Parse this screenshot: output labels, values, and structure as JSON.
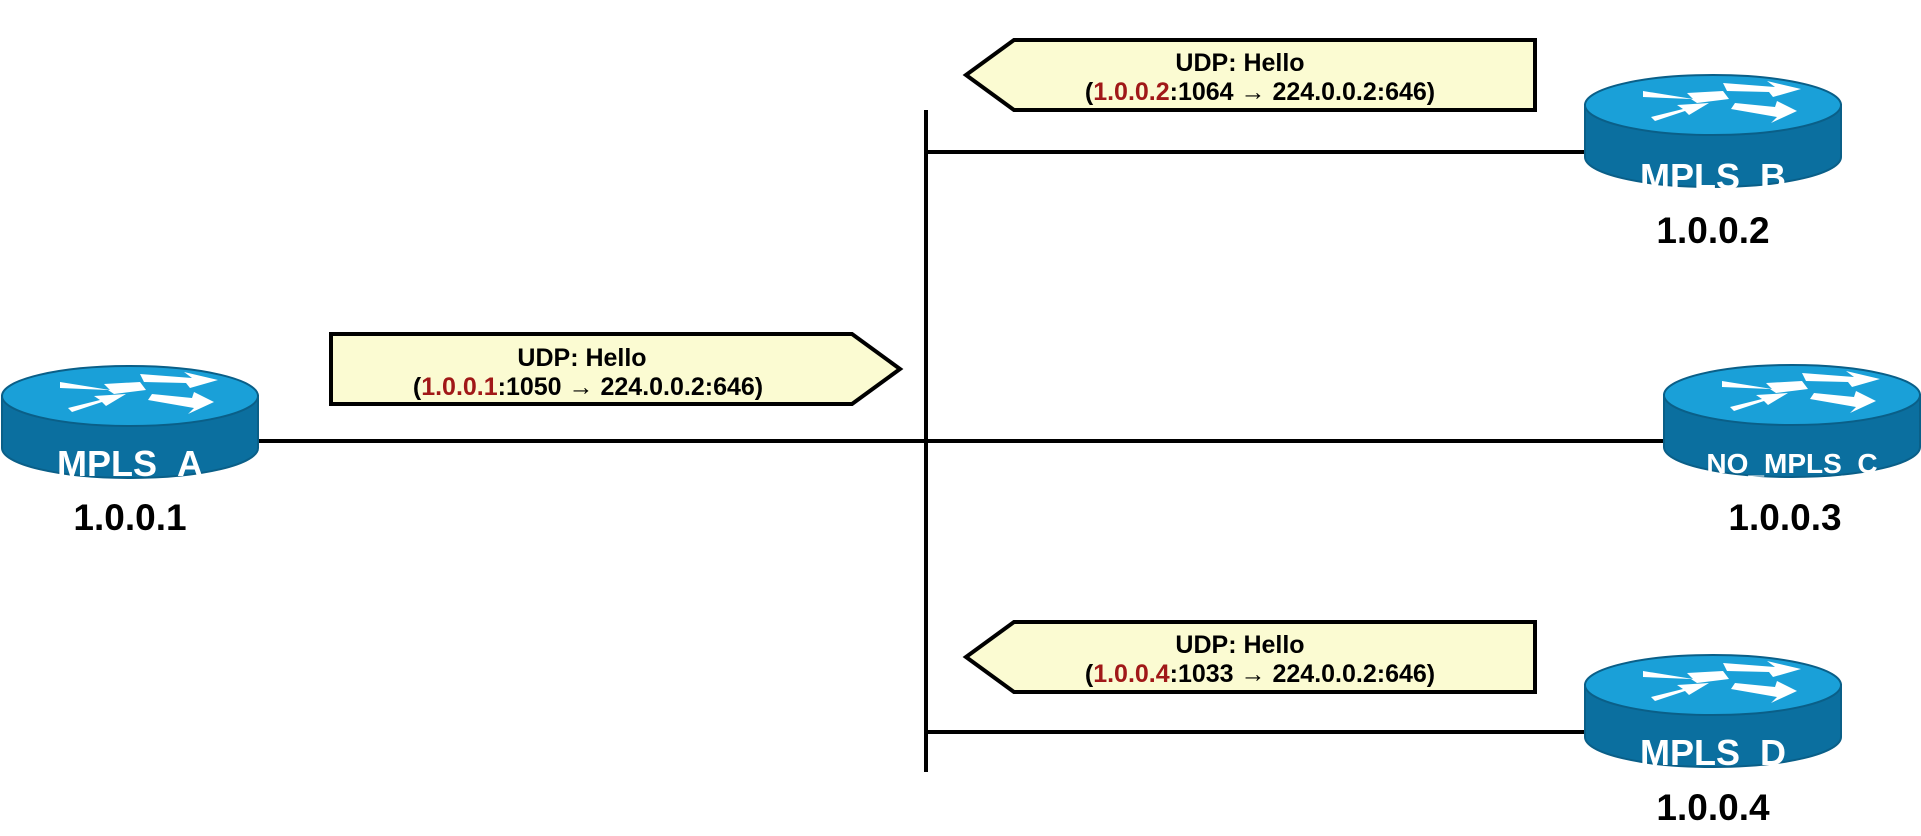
{
  "colors": {
    "router_top": "#1aa0d8",
    "router_side": "#0b6f9f",
    "router_edge": "#0a5f88",
    "bubble_fill": "#fbfbd2",
    "source_ip_text": "#a01818",
    "line": "#000000"
  },
  "routers": [
    {
      "id": "a",
      "name": "MPLS_A",
      "ip": "1.0.0.1",
      "icon": "router-icon"
    },
    {
      "id": "b",
      "name": "MPLS_B",
      "ip": "1.0.0.2",
      "icon": "router-icon"
    },
    {
      "id": "c",
      "name": "NO_MPLS_C",
      "ip": "1.0.0.3",
      "icon": "router-icon"
    },
    {
      "id": "d",
      "name": "MPLS_D",
      "ip": "1.0.0.4",
      "icon": "router-icon"
    }
  ],
  "messages": [
    {
      "id": "a",
      "title": "UDP: Hello",
      "open": "(",
      "src_ip": "1.0.0.1",
      "src_port": ":1050",
      "arrow": "→",
      "dst": "224.0.0.2:646)"
    },
    {
      "id": "b",
      "title": "UDP: Hello",
      "open": "(",
      "src_ip": "1.0.0.2",
      "src_port": ":1064",
      "arrow": "→",
      "dst": "224.0.0.2:646)"
    },
    {
      "id": "d",
      "title": "UDP: Hello",
      "open": "(",
      "src_ip": "1.0.0.4",
      "src_port": ":1033",
      "arrow": "→",
      "dst": "224.0.0.2:646)"
    }
  ]
}
